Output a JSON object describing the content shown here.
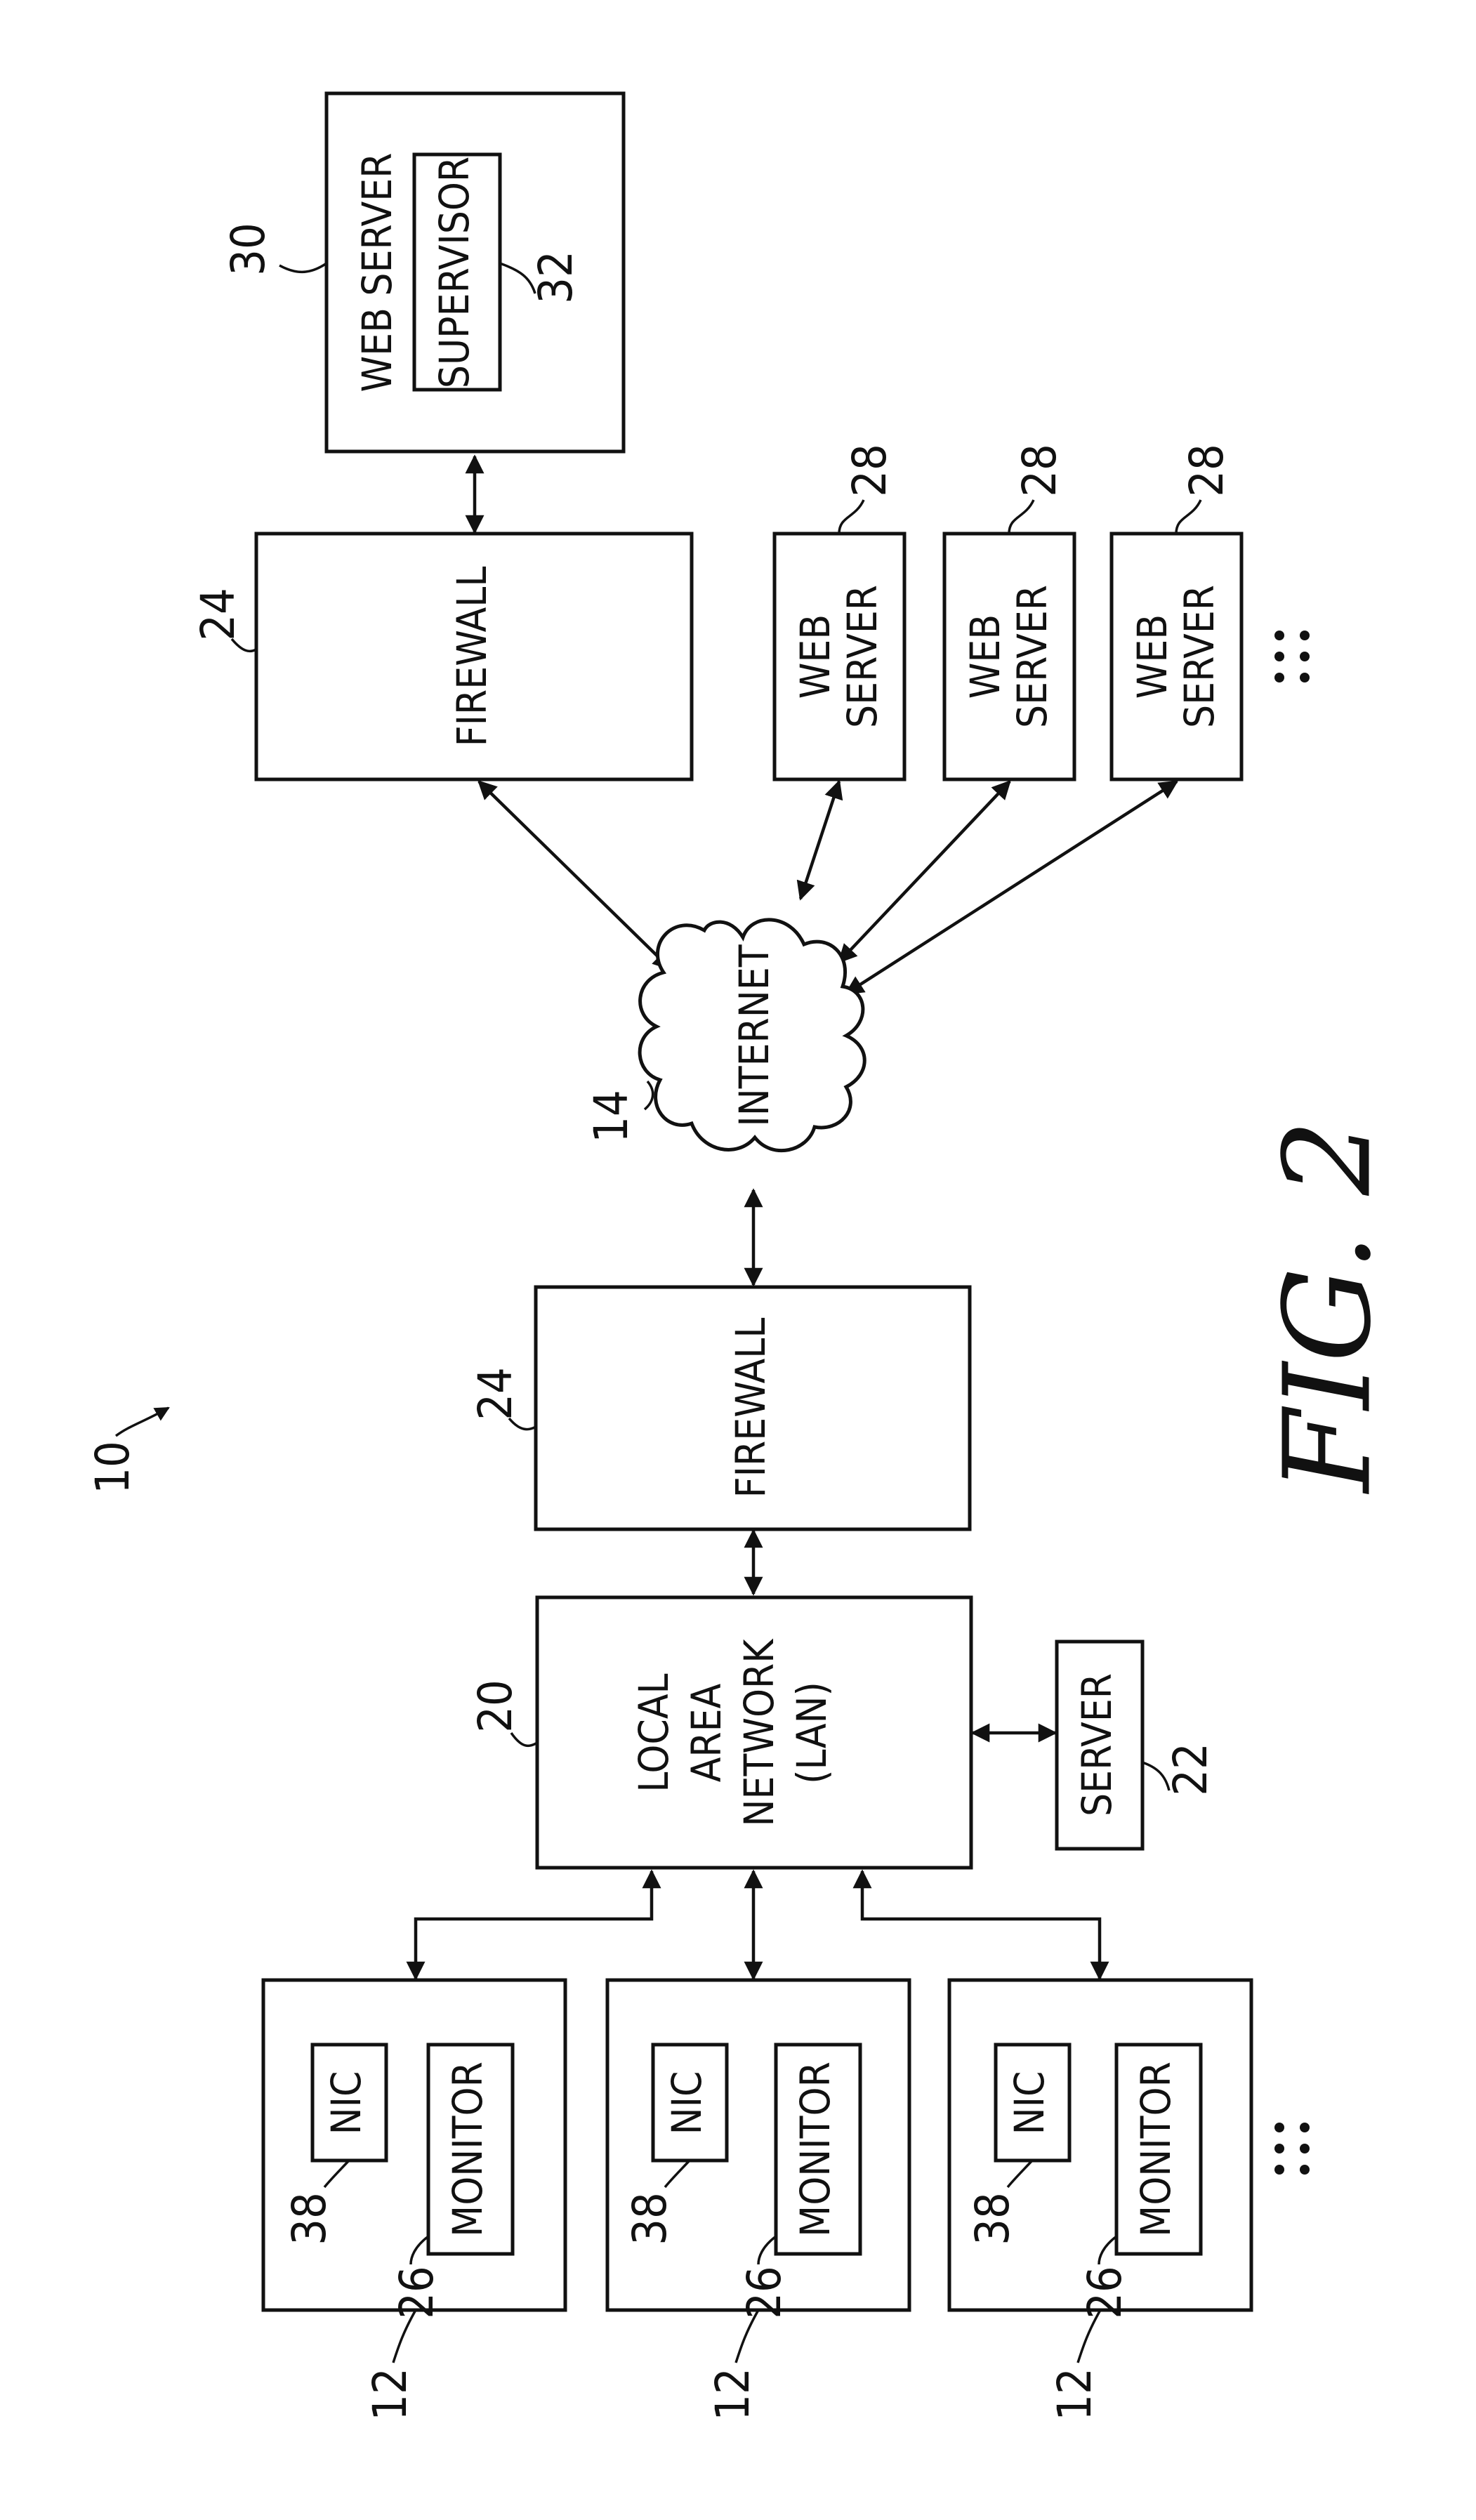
{
  "figure": {
    "caption": "FIG. 2",
    "system_ref": "10"
  },
  "nodes": {
    "web_server_main": {
      "label": "WEB SERVER",
      "ref": "30"
    },
    "supervisor": {
      "label": "SUPERVISOR",
      "ref": "32"
    },
    "firewall_right": {
      "label": "FIREWALL",
      "ref": "24"
    },
    "web_server_a": {
      "label_line1": "WEB",
      "label_line2": "SERVER",
      "ref": "28"
    },
    "web_server_b": {
      "label_line1": "WEB",
      "label_line2": "SERVER",
      "ref": "28"
    },
    "web_server_c": {
      "label_line1": "WEB",
      "label_line2": "SERVER",
      "ref": "28"
    },
    "internet": {
      "label": "INTERNET",
      "ref": "14"
    },
    "firewall_left": {
      "label": "FIREWALL",
      "ref": "24"
    },
    "lan": {
      "line1": "LOCAL",
      "line2": "AREA",
      "line3": "NETWORK",
      "line4": "(LAN)",
      "ref": "20"
    },
    "server": {
      "label": "SERVER",
      "ref": "22"
    },
    "workstations": [
      {
        "ref": "12",
        "nic_label": "NIC",
        "nic_ref": "38",
        "monitor_label": "MONITOR",
        "monitor_ref": "26"
      },
      {
        "ref": "12",
        "nic_label": "NIC",
        "nic_ref": "38",
        "monitor_label": "MONITOR",
        "monitor_ref": "26"
      },
      {
        "ref": "12",
        "nic_label": "NIC",
        "nic_ref": "38",
        "monitor_label": "MONITOR",
        "monitor_ref": "26"
      }
    ]
  }
}
